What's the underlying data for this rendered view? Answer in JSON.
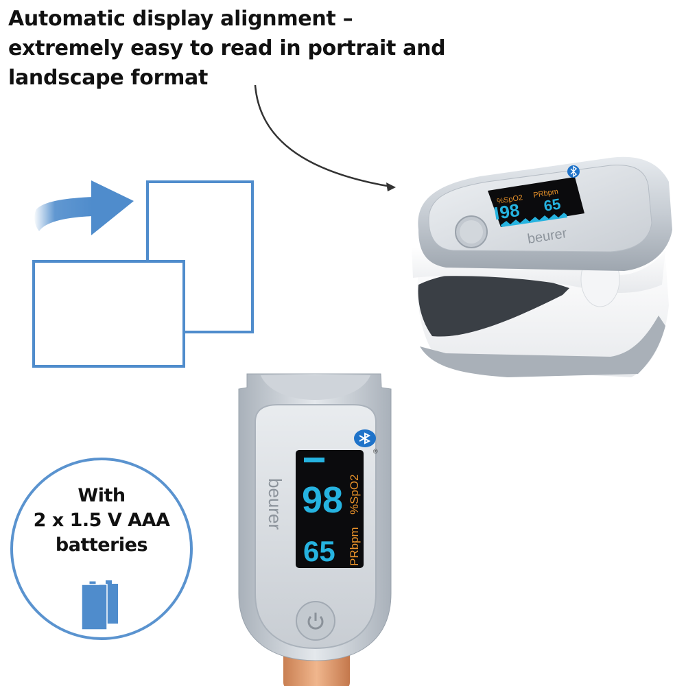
{
  "headline": {
    "lines": [
      "Automatic display alignment –",
      "extremely easy to read in portrait and",
      "landscape format"
    ]
  },
  "rotation_diagram": {
    "icon": "rotate-arrow-icon",
    "portrait_frame": "portrait-frame",
    "landscape_frame": "landscape-frame",
    "accent_color": "#4f8ccc"
  },
  "device_landscape": {
    "brand": "beurer",
    "spo2_label": "%SpO2",
    "pulse_label": "PRbpm",
    "spo2_value": "98",
    "pulse_value": "65",
    "screen_digit_color": "#26b3e0",
    "screen_label_color": "#e8922a"
  },
  "device_portrait": {
    "brand": "beurer",
    "spo2_label": "%SpO2",
    "pulse_label": "PRbpm",
    "spo2_value": "98",
    "pulse_value": "65",
    "registered_mark": "®"
  },
  "battery_badge": {
    "lines": [
      "With",
      "2 x 1.5 V AAA",
      "batteries"
    ],
    "icon": "battery-icon",
    "accent_color": "#5a93cf"
  }
}
